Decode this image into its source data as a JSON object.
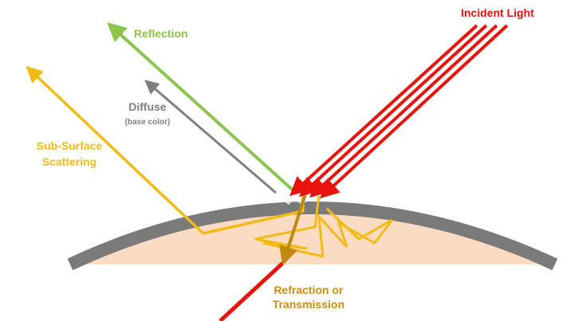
{
  "labels": {
    "incident": "Incident Light",
    "reflection": "Reflection",
    "diffuse": "Diffuse",
    "diffuse_sub": "(base color)",
    "subsurface_line1": "Sub-Surface",
    "subsurface_line2": "Scattering",
    "refraction_line1": "Refraction or",
    "refraction_line2": "Transmission"
  },
  "colors": {
    "incident": "#e8140c",
    "reflection": "#8dc34f",
    "diffuse": "#7f7f7f",
    "subsurface": "#f2bb14",
    "refraction_label": "#c9900e",
    "refraction_arrow": "#c08a12",
    "surface": "#7a7a7a",
    "interior": "#fbdcc3"
  }
}
